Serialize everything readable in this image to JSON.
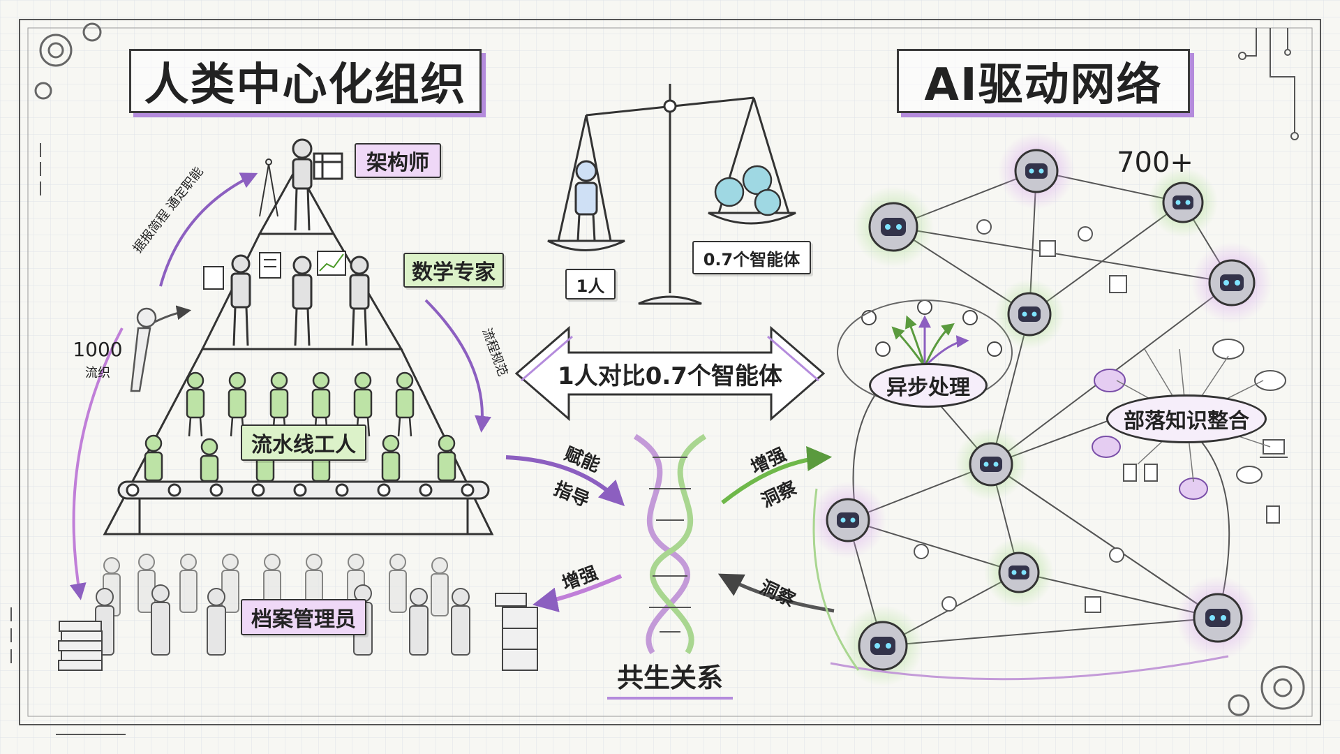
{
  "titles": {
    "left": "人类中心化组织",
    "right": "AI驱动网络"
  },
  "left": {
    "roles": {
      "architect": "架构师",
      "math_expert": "数学专家",
      "pipeline_workers": "流水线工人",
      "archivists": "档案管理员"
    },
    "count_number": "1000",
    "count_caption": "流织",
    "arrow_top_text": "据报简程 通定职能",
    "arrow_right_text": "流程规范"
  },
  "center": {
    "scale_left_label": "1人",
    "scale_right_label": "0.7个智能体",
    "comparison": "1人对比0.7个智能体",
    "empower": "赋能",
    "guide": "指导",
    "enhance_top": "增强",
    "insight_top": "洞察",
    "enhance_bottom": "增强",
    "insight_bottom": "洞察",
    "symbiosis": "共生关系"
  },
  "right": {
    "agent_count": "700+",
    "async": "异步处理",
    "tribal": "部落知识整合"
  },
  "colors": {
    "purple": "#b48bdc",
    "green": "#a7dc8a",
    "ink": "#333333",
    "paper": "#f7f7f3",
    "grid": "#dfe3e8"
  }
}
